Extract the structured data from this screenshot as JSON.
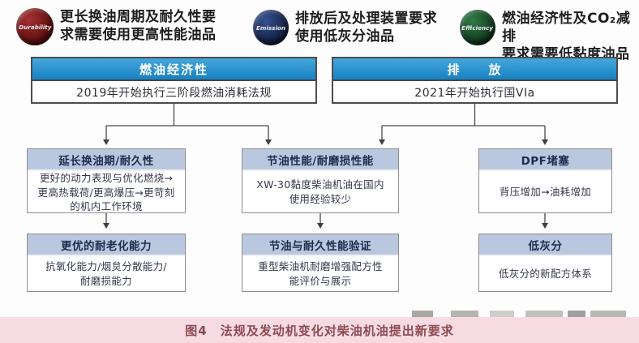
{
  "badges": [
    {
      "icon_label": "Durability",
      "line1": "更长换油周期及耐久性要",
      "line2": "求需要使用更高性能油品"
    },
    {
      "icon_label": "Emission",
      "line1": "排放后及处理装置要求",
      "line2": "使用低灰分油品"
    },
    {
      "icon_label": "Efficiency",
      "line1": "燃油经济性及CO₂减排",
      "line2": "要求需要低黏度油品"
    }
  ],
  "tree": {
    "fuel_economy": {
      "title": "燃油经济性",
      "subtitle": "2019年开始执行三阶段燃油消耗法规"
    },
    "emissions": {
      "title": "排　　放",
      "subtitle": "2021年开始执行国VIa"
    }
  },
  "row2": [
    {
      "title": "延长换油期/耐久性",
      "lines": [
        "更好的动力表现与优化燃烧→",
        "更高热载荷/更高爆压→更苛刻",
        "的机内工作环境"
      ]
    },
    {
      "title": "节油性能/耐磨损性能",
      "lines": [
        "XW-30黏度柴油机油在国内",
        "使用经验较少"
      ]
    },
    {
      "title": "DPF堵塞",
      "lines": [
        "背压增加→油耗增加"
      ]
    }
  ],
  "row3": [
    {
      "title": "更优的耐老化能力",
      "lines": [
        "抗氧化能力/烟炱分散能力/",
        "耐磨损能力"
      ]
    },
    {
      "title": "节油与耐久性能验证",
      "lines": [
        "重型柴油机耐磨增强配方性",
        "能评价与展示"
      ]
    },
    {
      "title": "低灰分",
      "lines": [
        "低灰分的新配方体系"
      ]
    }
  ],
  "caption": "图4　法规及发动机变化对柴油机油提出新要求",
  "colors": {
    "header_blue": "#1f8dca",
    "box_header_blue": "#b9c8de",
    "badge_durability": "#5d0d0e",
    "badge_emission": "#111f42",
    "badge_efficiency": "#123820",
    "caption_bg_pink": "#f6dce2",
    "caption_text": "#8d4a52"
  }
}
